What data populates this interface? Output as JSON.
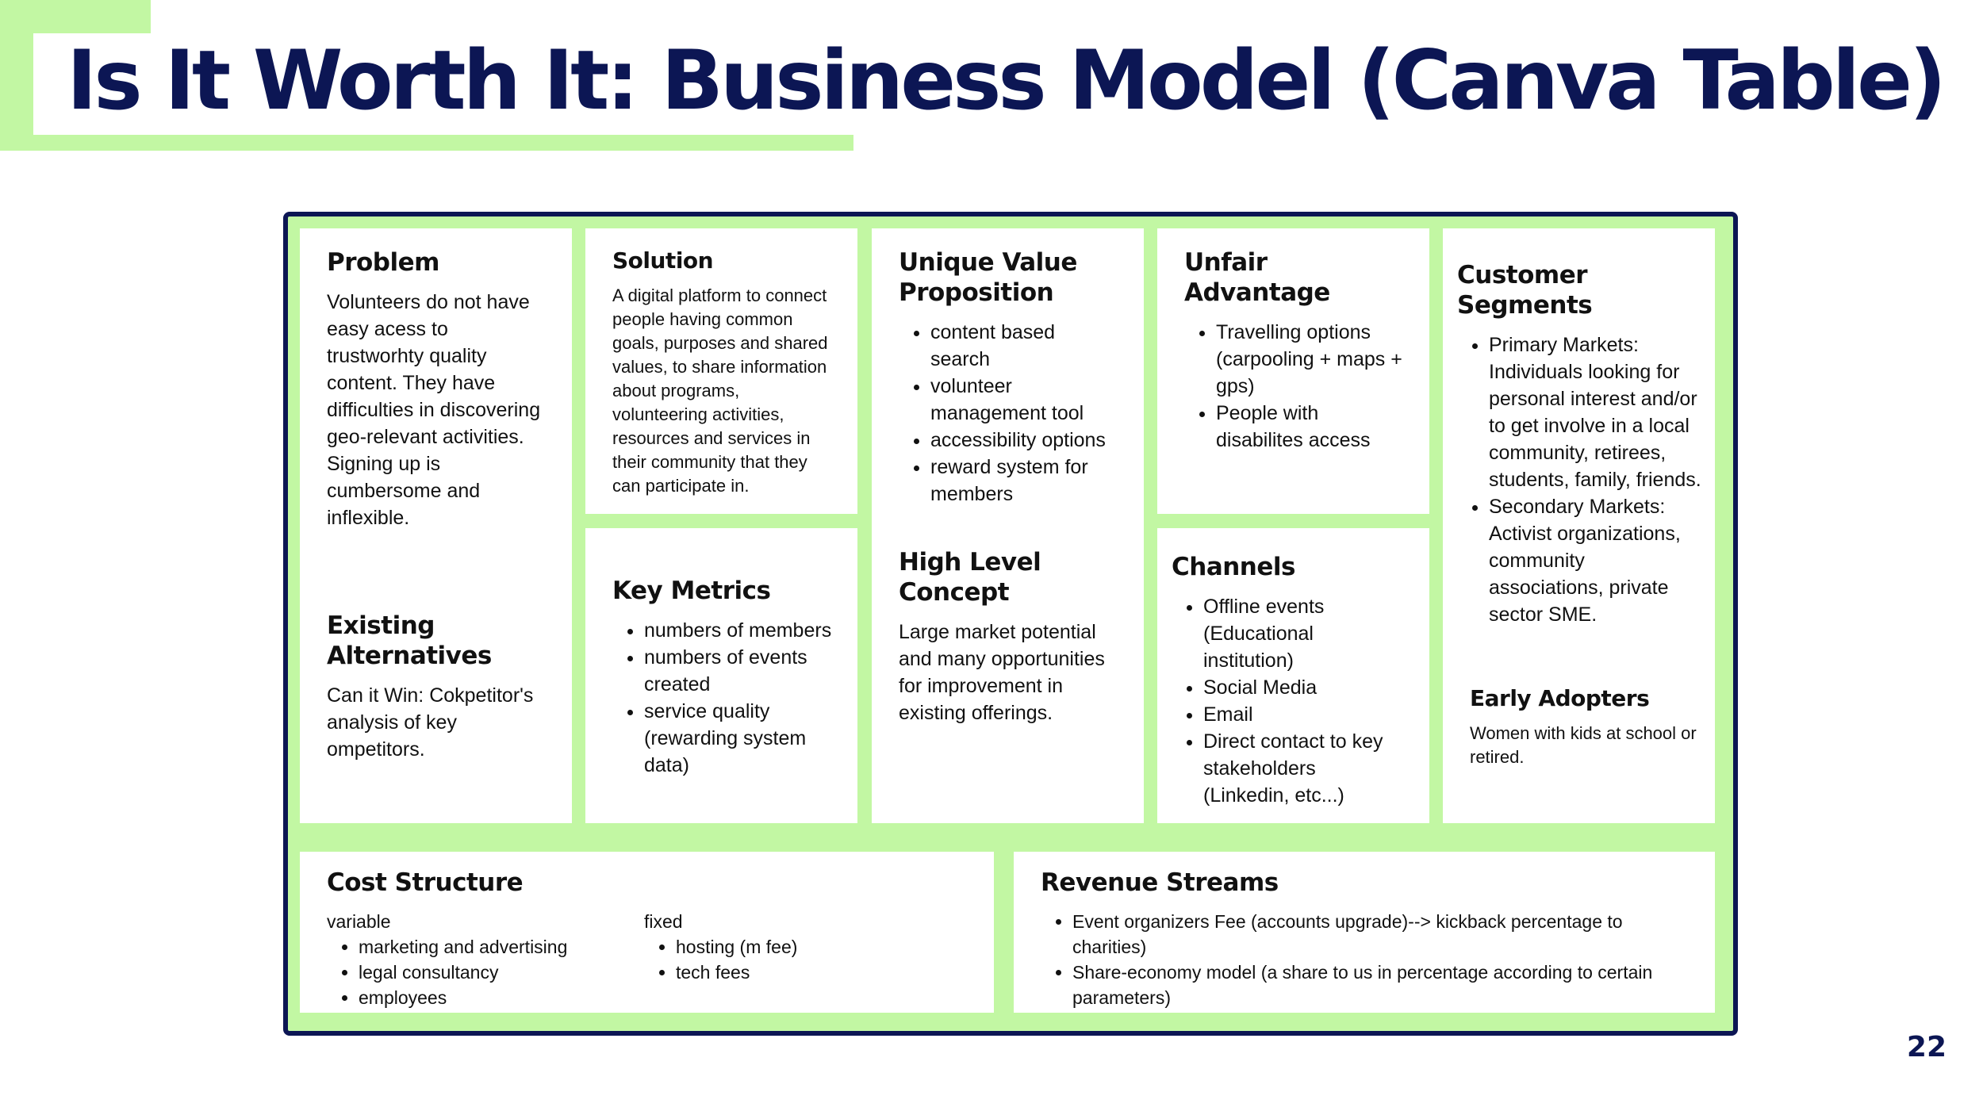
{
  "header": {
    "title": "Is It Worth It: Business Model (Canva Table)",
    "page_number": "22"
  },
  "colors": {
    "accent_green": "#c2f7a3",
    "navy": "#0c1654"
  },
  "problem": {
    "heading": "Problem",
    "text": "Volunteers do not have easy acess to trustworhty quality content. They have difficulties in discovering geo-relevant activities. Signing up is cumbersome and inflexible."
  },
  "existing_alternatives": {
    "heading": "Existing Alternatives",
    "text": "Can it Win: Cokpetitor's analysis of key ompetitors."
  },
  "solution": {
    "heading": "Solution",
    "text": "A digital platform to connect people having common goals, purposes and shared values, to share information about programs, volunteering activities, resources and services in their community that they can participate in."
  },
  "key_metrics": {
    "heading": "Key Metrics",
    "items": [
      "numbers of members",
      "numbers of events created",
      "service quality (rewarding system data)"
    ]
  },
  "uvp": {
    "heading": "Unique Value Proposition",
    "items": [
      "content based search",
      "volunteer management tool",
      "accessibility options",
      "reward system for members"
    ]
  },
  "high_level_concept": {
    "heading": "High Level Concept",
    "text": "Large market potential and many opportunities for improvement in existing offerings."
  },
  "unfair_advantage": {
    "heading": "Unfair Advantage",
    "items": [
      "Travelling options (carpooling + maps + gps)",
      "People with disabilites access"
    ]
  },
  "channels": {
    "heading": "Channels",
    "items": [
      "Offline events (Educational institution)",
      "Social Media",
      "Email",
      "Direct contact to key stakeholders (Linkedin, etc...)"
    ]
  },
  "customer_segments": {
    "heading": "Customer Segments",
    "items": [
      "Primary Markets: Individuals looking for personal interest and/or to get involve in a local community, retirees, students, family, friends.",
      "Secondary Markets: Activist organizations, community associations, private sector SME."
    ]
  },
  "early_adopters": {
    "heading": "Early Adopters",
    "text": "Women with kids at school or retired."
  },
  "cost_structure": {
    "heading": "Cost Structure",
    "variable_label": "variable",
    "variable_items": [
      "marketing and advertising",
      "legal consultancy",
      "employees"
    ],
    "fixed_label": "fixed",
    "fixed_items": [
      "hosting (m fee)",
      "tech fees"
    ]
  },
  "revenue_streams": {
    "heading": "Revenue Streams",
    "items": [
      "Event organizers Fee (accounts upgrade)--> kickback percentage to charities)",
      "Share-economy model (a share to us in percentage according to certain parameters)"
    ]
  }
}
